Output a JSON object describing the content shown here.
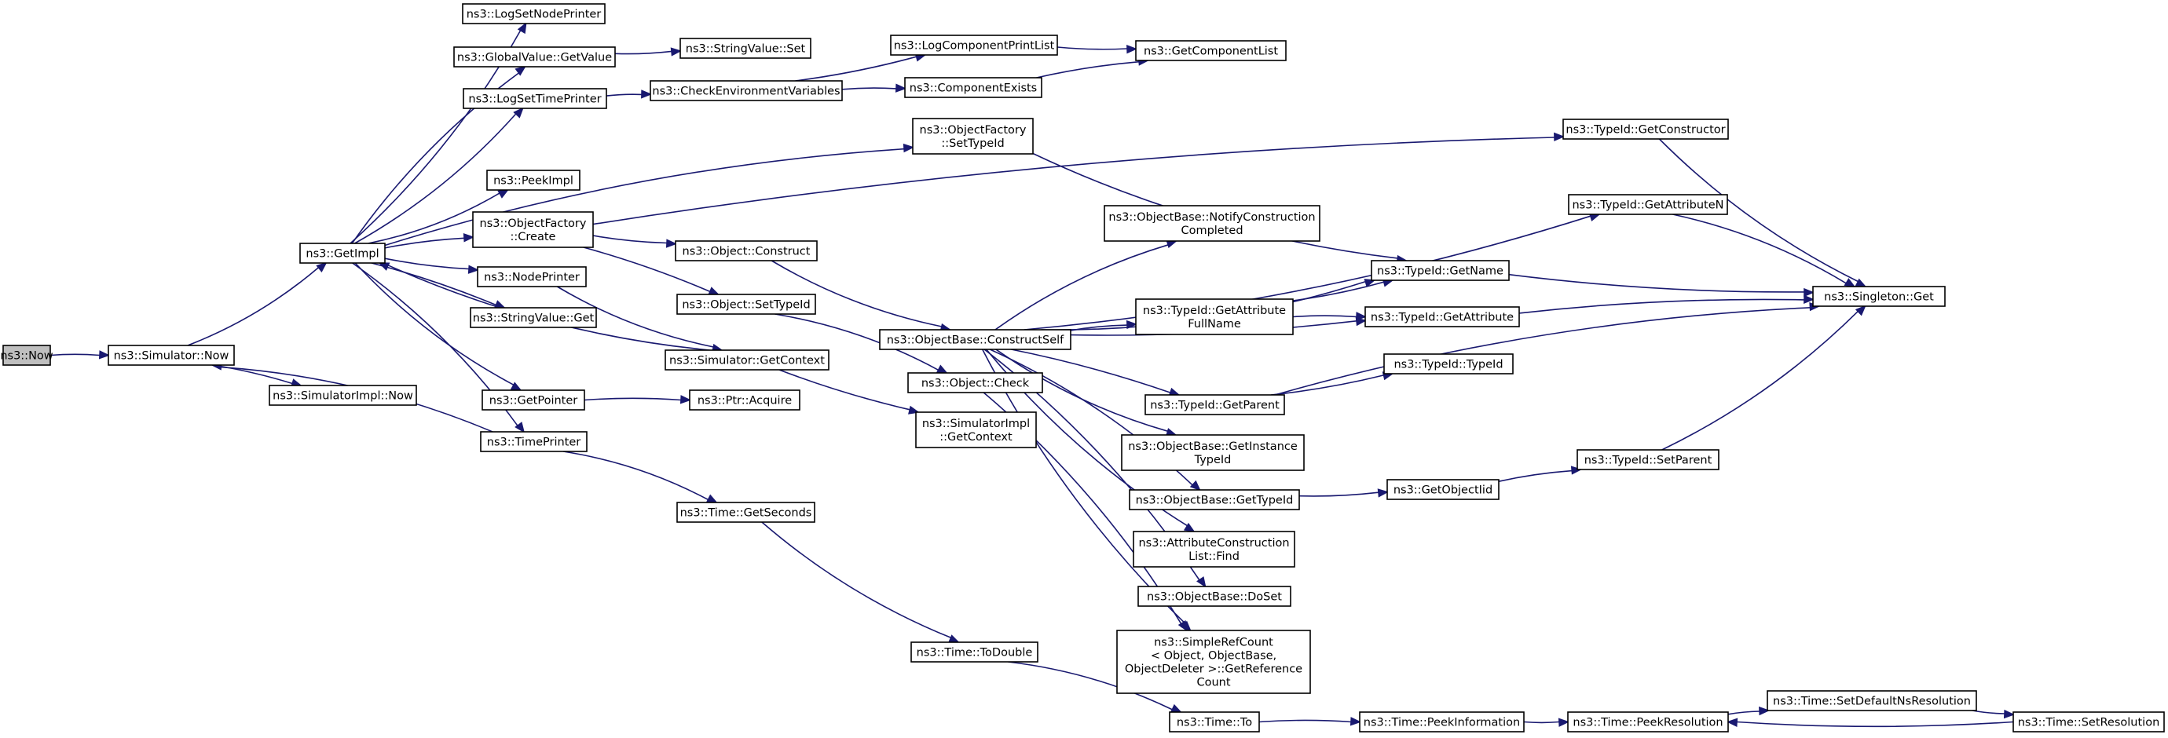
{
  "diagram": {
    "type": "call-graph",
    "colors": {
      "edge": "#191970",
      "root_fill": "#bfbfbf",
      "node_fill": "#ffffff",
      "node_border": "#000000"
    },
    "nodes": [
      {
        "id": "now",
        "lines": [
          "ns3::Now"
        ],
        "root": true
      },
      {
        "id": "simnow",
        "lines": [
          "ns3::Simulator::Now"
        ]
      },
      {
        "id": "simimplnow",
        "lines": [
          "ns3::SimulatorImpl::Now"
        ]
      },
      {
        "id": "getimpl",
        "lines": [
          "ns3::GetImpl"
        ]
      },
      {
        "id": "logsetnodeprinter",
        "lines": [
          "ns3::LogSetNodePrinter"
        ]
      },
      {
        "id": "globalvalue",
        "lines": [
          "ns3::GlobalValue::GetValue"
        ]
      },
      {
        "id": "logsettimeprinter",
        "lines": [
          "ns3::LogSetTimePrinter"
        ]
      },
      {
        "id": "peekimpl",
        "lines": [
          "ns3::PeekImpl"
        ]
      },
      {
        "id": "ofcreate",
        "lines": [
          "ns3::ObjectFactory",
          "::Create"
        ]
      },
      {
        "id": "nodeprinter",
        "lines": [
          "ns3::NodePrinter"
        ]
      },
      {
        "id": "strvalget",
        "lines": [
          "ns3::StringValue::Get"
        ]
      },
      {
        "id": "getcontext",
        "lines": [
          "ns3::Simulator::GetContext"
        ]
      },
      {
        "id": "getpointer",
        "lines": [
          "ns3::GetPointer"
        ]
      },
      {
        "id": "timeprinter",
        "lines": [
          "ns3::TimePrinter"
        ]
      },
      {
        "id": "strvalset",
        "lines": [
          "ns3::StringValue::Set"
        ]
      },
      {
        "id": "checkenv",
        "lines": [
          "ns3::CheckEnvironmentVariables"
        ]
      },
      {
        "id": "objconstruct",
        "lines": [
          "ns3::Object::Construct"
        ]
      },
      {
        "id": "objsettypeid",
        "lines": [
          "ns3::Object::SetTypeId"
        ]
      },
      {
        "id": "ptracquire",
        "lines": [
          "ns3::Ptr::Acquire"
        ]
      },
      {
        "id": "timegetseconds",
        "lines": [
          "ns3::Time::GetSeconds"
        ]
      },
      {
        "id": "logcompprint",
        "lines": [
          "ns3::LogComponentPrintList"
        ]
      },
      {
        "id": "compexists",
        "lines": [
          "ns3::ComponentExists"
        ]
      },
      {
        "id": "ofsettypeid",
        "lines": [
          "ns3::ObjectFactory",
          "::SetTypeId"
        ]
      },
      {
        "id": "constructself",
        "lines": [
          "ns3::ObjectBase::ConstructSelf"
        ]
      },
      {
        "id": "objcheck",
        "lines": [
          "ns3::Object::Check"
        ]
      },
      {
        "id": "simimplgetctx",
        "lines": [
          "ns3::SimulatorImpl",
          "::GetContext"
        ]
      },
      {
        "id": "timetodouble",
        "lines": [
          "ns3::Time::ToDouble"
        ]
      },
      {
        "id": "getcomplist",
        "lines": [
          "ns3::GetComponentList"
        ]
      },
      {
        "id": "notifyconstr",
        "lines": [
          "ns3::ObjectBase::NotifyConstruction",
          "Completed"
        ]
      },
      {
        "id": "tidgetattrfull",
        "lines": [
          "ns3::TypeId::GetAttribute",
          "FullName"
        ]
      },
      {
        "id": "tidgetparent",
        "lines": [
          "ns3::TypeId::GetParent"
        ]
      },
      {
        "id": "getinstancetid",
        "lines": [
          "ns3::ObjectBase::GetInstance",
          "TypeId"
        ]
      },
      {
        "id": "obgettypeid",
        "lines": [
          "ns3::ObjectBase::GetTypeId"
        ]
      },
      {
        "id": "attrconstrfind",
        "lines": [
          "ns3::AttributeConstruction",
          "List::Find"
        ]
      },
      {
        "id": "doset",
        "lines": [
          "ns3::ObjectBase::DoSet"
        ]
      },
      {
        "id": "getrefcount",
        "lines": [
          "ns3::SimpleRefCount",
          "< Object, ObjectBase,",
          "ObjectDeleter >::GetReference",
          "Count"
        ]
      },
      {
        "id": "timeto",
        "lines": [
          "ns3::Time::To"
        ]
      },
      {
        "id": "tidgetname",
        "lines": [
          "ns3::TypeId::GetName"
        ]
      },
      {
        "id": "tidgetattr",
        "lines": [
          "ns3::TypeId::GetAttribute"
        ]
      },
      {
        "id": "tidtypeid",
        "lines": [
          "ns3::TypeId::TypeId"
        ]
      },
      {
        "id": "getobjectiid",
        "lines": [
          "ns3::GetObjectIid"
        ]
      },
      {
        "id": "peekinfo",
        "lines": [
          "ns3::Time::PeekInformation"
        ]
      },
      {
        "id": "tidgetconstructor",
        "lines": [
          "ns3::TypeId::GetConstructor"
        ]
      },
      {
        "id": "tidgetattrn",
        "lines": [
          "ns3::TypeId::GetAttributeN"
        ]
      },
      {
        "id": "tidsetparent",
        "lines": [
          "ns3::TypeId::SetParent"
        ]
      },
      {
        "id": "peekresolution",
        "lines": [
          "ns3::Time::PeekResolution"
        ]
      },
      {
        "id": "singletonget",
        "lines": [
          "ns3::Singleton::Get"
        ]
      },
      {
        "id": "setdefaultns",
        "lines": [
          "ns3::Time::SetDefaultNsResolution"
        ]
      },
      {
        "id": "setresolution",
        "lines": [
          "ns3::Time::SetResolution"
        ]
      }
    ],
    "edges": [
      [
        "now",
        "simnow"
      ],
      [
        "simnow",
        "getimpl"
      ],
      [
        "simnow",
        "simimplnow"
      ],
      [
        "getimpl",
        "logsetnodeprinter"
      ],
      [
        "getimpl",
        "globalvalue"
      ],
      [
        "getimpl",
        "logsettimeprinter"
      ],
      [
        "getimpl",
        "ofsettypeid"
      ],
      [
        "getimpl",
        "peekimpl"
      ],
      [
        "getimpl",
        "ofcreate"
      ],
      [
        "getimpl",
        "nodeprinter"
      ],
      [
        "getimpl",
        "strvalget"
      ],
      [
        "getimpl",
        "getpointer"
      ],
      [
        "getimpl",
        "timeprinter"
      ],
      [
        "globalvalue",
        "strvalset"
      ],
      [
        "logsettimeprinter",
        "checkenv"
      ],
      [
        "checkenv",
        "logcompprint"
      ],
      [
        "checkenv",
        "compexists"
      ],
      [
        "logcompprint",
        "getcomplist"
      ],
      [
        "compexists",
        "getcomplist"
      ],
      [
        "ofsettypeid",
        "tidgetname"
      ],
      [
        "ofcreate",
        "tidgetconstructor"
      ],
      [
        "ofcreate",
        "objconstruct"
      ],
      [
        "ofcreate",
        "objsettypeid"
      ],
      [
        "objconstruct",
        "constructself"
      ],
      [
        "objsettypeid",
        "objcheck"
      ],
      [
        "nodeprinter",
        "getcontext"
      ],
      [
        "getcontext",
        "getimpl"
      ],
      [
        "getcontext",
        "simimplgetctx"
      ],
      [
        "getpointer",
        "ptracquire"
      ],
      [
        "timeprinter",
        "simnow"
      ],
      [
        "timeprinter",
        "timegetseconds"
      ],
      [
        "timegetseconds",
        "timetodouble"
      ],
      [
        "timetodouble",
        "timeto"
      ],
      [
        "constructself",
        "tidgetattrn"
      ],
      [
        "constructself",
        "notifyconstr"
      ],
      [
        "constructself",
        "tidgetname"
      ],
      [
        "constructself",
        "tidgetattrfull"
      ],
      [
        "constructself",
        "tidgetattr"
      ],
      [
        "constructself",
        "tidgetparent"
      ],
      [
        "constructself",
        "getinstancetid"
      ],
      [
        "constructself",
        "obgettypeid"
      ],
      [
        "constructself",
        "attrconstrfind"
      ],
      [
        "constructself",
        "doset"
      ],
      [
        "constructself",
        "getrefcount"
      ],
      [
        "objcheck",
        "getrefcount"
      ],
      [
        "tidgetattrfull",
        "tidgetname"
      ],
      [
        "tidgetattrfull",
        "tidgetattr"
      ],
      [
        "tidgetparent",
        "tidtypeid"
      ],
      [
        "tidgetparent",
        "singletonget"
      ],
      [
        "obgettypeid",
        "getobjectiid"
      ],
      [
        "getobjectiid",
        "tidsetparent"
      ],
      [
        "tidgetname",
        "singletonget"
      ],
      [
        "tidgetattr",
        "singletonget"
      ],
      [
        "tidgetconstructor",
        "singletonget"
      ],
      [
        "tidgetattrn",
        "singletonget"
      ],
      [
        "tidsetparent",
        "singletonget"
      ],
      [
        "timeto",
        "peekinfo"
      ],
      [
        "peekinfo",
        "peekresolution"
      ],
      [
        "peekresolution",
        "setdefaultns"
      ],
      [
        "setdefaultns",
        "setresolution"
      ],
      [
        "setresolution",
        "peekresolution"
      ]
    ]
  }
}
